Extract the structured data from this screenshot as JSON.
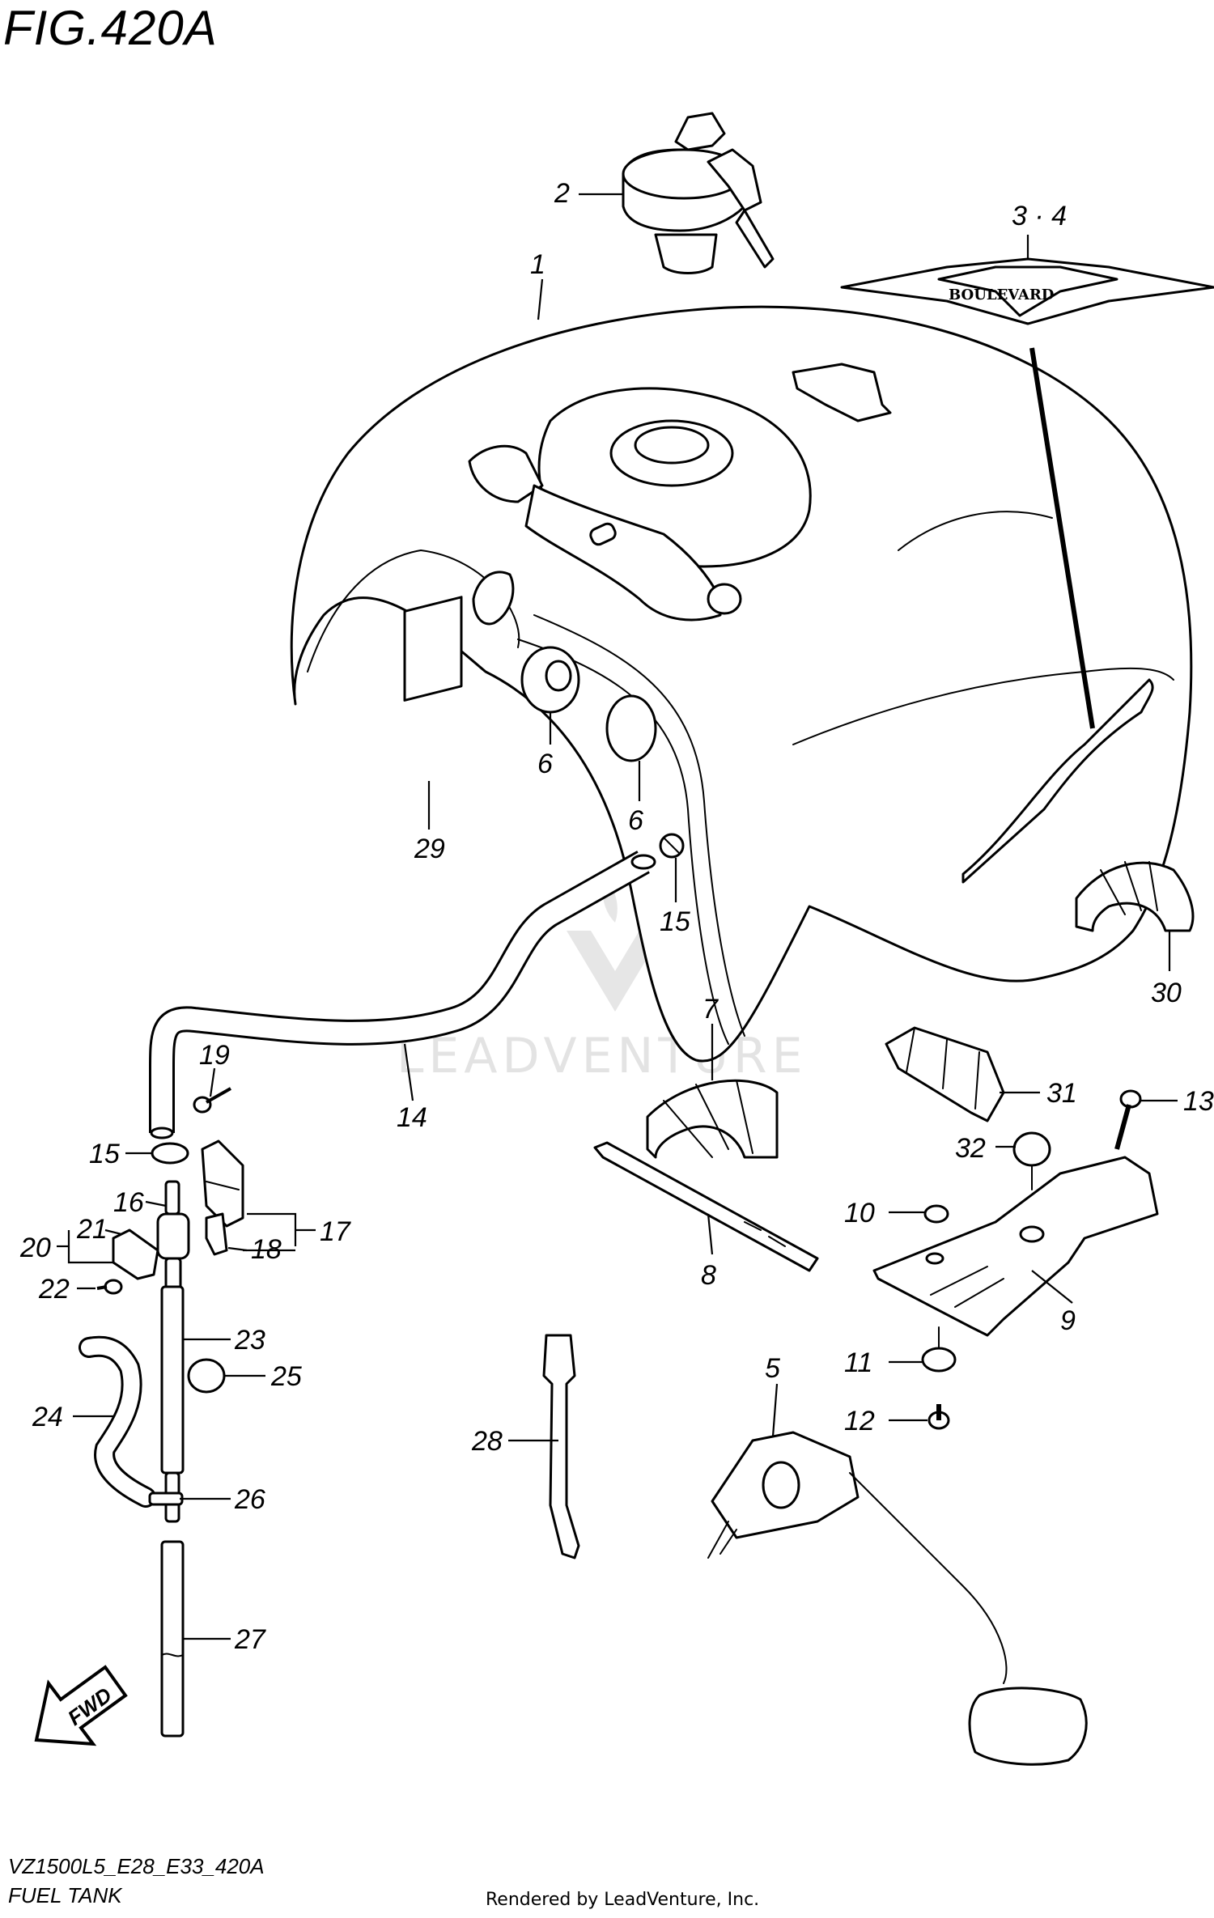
{
  "figure": {
    "title": "FIG.420A",
    "code": "VZ1500L5_E28_E33_420A",
    "name": "FUEL TANK",
    "credit": "Rendered by LeadVenture, Inc.",
    "watermark": "LEADVENTURE",
    "emblem_text": "BOULEVARD",
    "fwd_text": "FWD"
  },
  "callouts": {
    "c1": "1",
    "c2": "2",
    "c34": "3 · 4",
    "c5": "5",
    "c6a": "6",
    "c6b": "6",
    "c7": "7",
    "c8": "8",
    "c9": "9",
    "c10": "10",
    "c11": "11",
    "c12": "12",
    "c13": "13",
    "c14": "14",
    "c15a": "15",
    "c15b": "15",
    "c16": "16",
    "c17": "17",
    "c18": "18",
    "c19": "19",
    "c20": "20",
    "c21": "21",
    "c22": "22",
    "c23": "23",
    "c24": "24",
    "c25": "25",
    "c26": "26",
    "c27": "27",
    "c28": "28",
    "c29": "29",
    "c30": "30",
    "c31": "31",
    "c32": "32"
  }
}
